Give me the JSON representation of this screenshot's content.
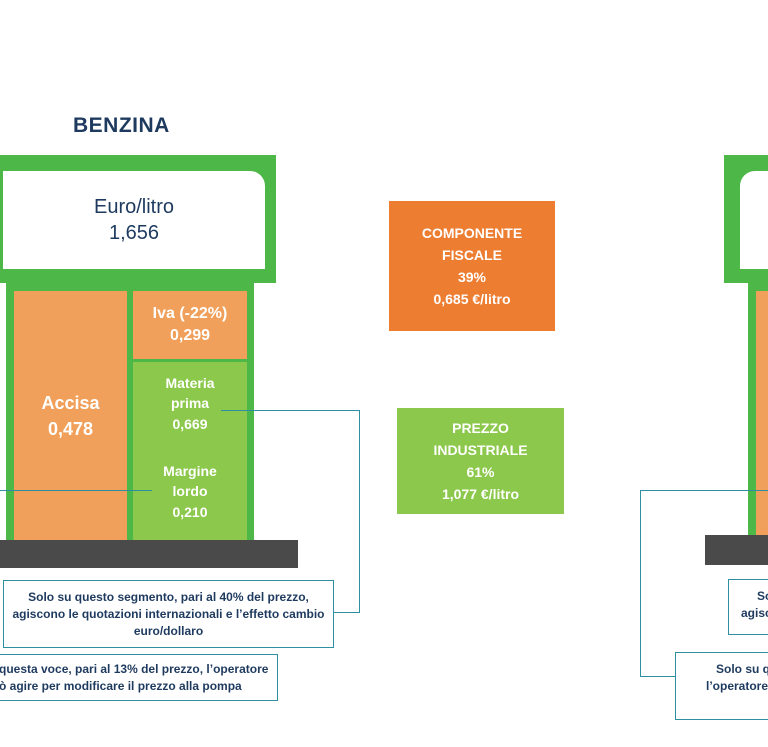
{
  "benzina": {
    "title": "BENZINA",
    "price_unit": "Euro/litro",
    "price_value": "1,656",
    "accisa_label": "Accisa",
    "accisa_value": "0,478",
    "iva_label": "Iva (-22%)",
    "iva_value": "0,299",
    "materia_label_1": "Materia",
    "materia_label_2": "prima",
    "materia_value": "0,669",
    "margine_label_1": "Margine",
    "margine_label_2": "lordo",
    "margine_value": "0,210"
  },
  "componente_fiscale": {
    "line1": "COMPONENTE",
    "line2": "FISCALE",
    "percent": "39%",
    "value": "0,685 €/litro"
  },
  "prezzo_industriale": {
    "line1": "PREZZO",
    "line2": "INDUSTRIALE",
    "percent": "61%",
    "value": "1,077 €/litro"
  },
  "notes": {
    "segment_note_1": "Solo su questo segmento, pari al 40% del prezzo,",
    "segment_note_2": "agiscono le quotazioni internazionali e l’effetto cambio",
    "segment_note_3": "euro/dollaro",
    "voce_note_1": "questa voce, pari al 13% del prezzo, l’operatore",
    "voce_note_2": "ò agire per modificare il prezzo alla pompa"
  },
  "right_partial": {
    "note_a_1": "Solo",
    "note_a_2": "agisco",
    "note_b_1": "Solo su q",
    "note_b_2": "l’operatore"
  },
  "colors": {
    "green_frame": "#4db848",
    "orange": "#f0a05a",
    "orange_dark": "#ed7d31",
    "light_green": "#8cc84b",
    "navy": "#1e3a5f",
    "teal": "#2e8fa0",
    "base_gray": "#4a4a4a"
  }
}
